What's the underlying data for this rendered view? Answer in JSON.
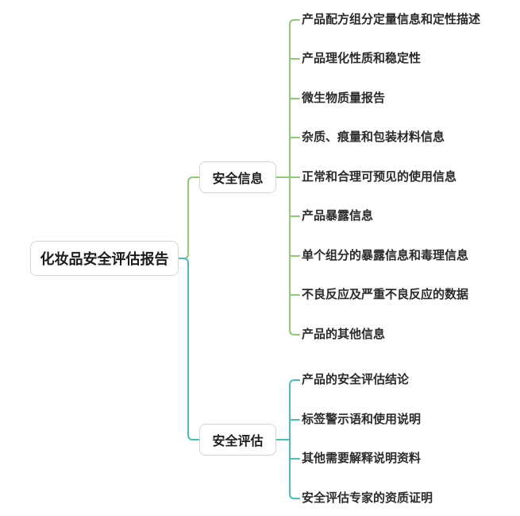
{
  "root": {
    "label": "化妆品安全评估报告"
  },
  "branches": [
    {
      "label": "安全信息",
      "line_color": "#8fca74",
      "children": [
        {
          "label": "产品配方组分定量信息和定性描述"
        },
        {
          "label": "产品理化性质和稳定性"
        },
        {
          "label": "微生物质量报告"
        },
        {
          "label": "杂质、痕量和包装材料信息"
        },
        {
          "label": "正常和合理可预见的使用信息"
        },
        {
          "label": "产品暴露信息"
        },
        {
          "label": "单个组分的暴露信息和毒理信息"
        },
        {
          "label": "不良反应及严重不良反应的数据"
        },
        {
          "label": "产品的其他信息"
        }
      ]
    },
    {
      "label": "安全评估",
      "line_color": "#4bbfb4",
      "children": [
        {
          "label": "产品的安全评估结论"
        },
        {
          "label": "标签警示语和使用说明"
        },
        {
          "label": "其他需要解释说明资料"
        },
        {
          "label": "安全评估专家的资质证明"
        }
      ]
    }
  ],
  "style": {
    "background": "#ffffff",
    "node_background": "#ffffff",
    "node_border": "#d6d6d6",
    "text_color": "#2b2b2b"
  }
}
